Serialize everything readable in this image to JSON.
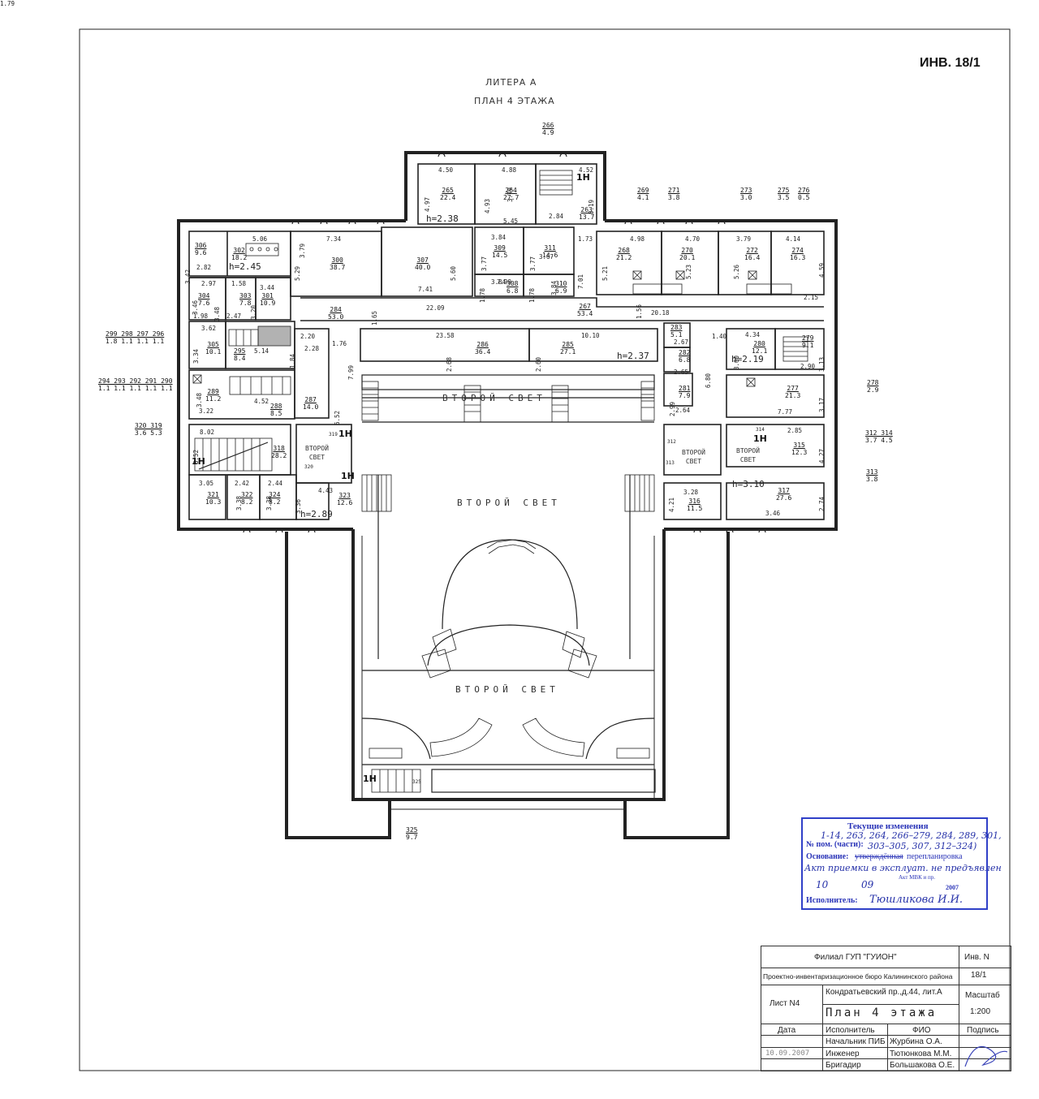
{
  "header": {
    "inventory_tag": "ИНВ. 18/1",
    "litera": "ЛИТЕРА А",
    "plan_title": "ПЛАН 4 ЭТАЖА"
  },
  "rooms": [
    {
      "n": "266",
      "a": "4.9"
    },
    {
      "n": "265",
      "a": "22.4"
    },
    {
      "n": "264",
      "a": "27.7"
    },
    {
      "n": "263",
      "a": "13.7"
    },
    {
      "n": "269",
      "a": "4.1"
    },
    {
      "n": "271",
      "a": "3.8"
    },
    {
      "n": "273",
      "a": "3.0"
    },
    {
      "n": "275",
      "a": "3.5"
    },
    {
      "n": "276",
      "a": "0.5"
    },
    {
      "n": "306",
      "a": "9.6"
    },
    {
      "n": "302",
      "a": "18.2"
    },
    {
      "n": "300",
      "a": "38.7"
    },
    {
      "n": "307",
      "a": "40.0"
    },
    {
      "n": "309",
      "a": "14.5"
    },
    {
      "n": "311",
      "a": "14.6"
    },
    {
      "n": "308",
      "a": "6.8"
    },
    {
      "n": "310",
      "a": "6.9"
    },
    {
      "n": "268",
      "a": "21.2"
    },
    {
      "n": "270",
      "a": "20.1"
    },
    {
      "n": "272",
      "a": "16.4"
    },
    {
      "n": "274",
      "a": "16.3"
    },
    {
      "n": "304",
      "a": "7.6"
    },
    {
      "n": "303",
      "a": "7.8"
    },
    {
      "n": "301",
      "a": "10.9"
    },
    {
      "n": "284",
      "a": "53.0"
    },
    {
      "n": "267",
      "a": "53.4"
    },
    {
      "n": "305",
      "a": "10.1"
    },
    {
      "n": "295",
      "a": "8.4"
    },
    {
      "n": "286",
      "a": "36.4"
    },
    {
      "n": "285",
      "a": "27.1"
    },
    {
      "n": "283",
      "a": "5.1"
    },
    {
      "n": "282",
      "a": "6.8"
    },
    {
      "n": "281",
      "a": "7.9"
    },
    {
      "n": "280",
      "a": "12.1"
    },
    {
      "n": "279",
      "a": "9.1"
    },
    {
      "n": "277",
      "a": "21.3"
    },
    {
      "n": "278",
      "a": "2.9"
    },
    {
      "n": "289",
      "a": "11.2"
    },
    {
      "n": "288",
      "a": "8.5"
    },
    {
      "n": "287",
      "a": "14.0"
    },
    {
      "n": "318",
      "a": "28.2"
    },
    {
      "n": "315",
      "a": "12.3"
    },
    {
      "n": "312 314",
      "a": "3.7 4.5"
    },
    {
      "n": "313",
      "a": "3.8"
    },
    {
      "n": "321",
      "a": "10.3"
    },
    {
      "n": "322",
      "a": "8.2"
    },
    {
      "n": "324",
      "a": "8.2"
    },
    {
      "n": "323",
      "a": "12.6"
    },
    {
      "n": "316",
      "a": "11.5"
    },
    {
      "n": "317",
      "a": "27.6"
    },
    {
      "n": "325",
      "a": "9.7"
    },
    {
      "n": "299 298 297 296",
      "a": "1.8 1.1 1.1 1.1"
    },
    {
      "n": "294 293 292 291 290",
      "a": "1.1 1.1 1.1 1.1 1.1"
    },
    {
      "n": "320 319",
      "a": "3.6 5.3"
    }
  ],
  "dims": [
    "4.50",
    "4.88",
    "4.52",
    "5.45",
    "2.84",
    "4.97",
    "4.93",
    "3.79",
    "5.19",
    "7.34",
    "5.06",
    "3.79",
    "3.42",
    "2.82",
    "5.29",
    "5.60",
    "7.41",
    "3.84",
    "3.84",
    "3.67",
    "3.77",
    "3.77",
    "1.78",
    "1.78",
    "1.73",
    "7.01",
    "4.98",
    "4.70",
    "3.79",
    "4.14",
    "5.21",
    "5.23",
    "5.26",
    "4.59",
    "2.15",
    "2.97",
    "1.58",
    "3.44",
    "3.46",
    "3.48",
    "3.20",
    "1.98",
    "2.47",
    "22.09",
    "1.65",
    "1.56",
    "20.18",
    "23.58",
    "10.10",
    "3.62",
    "3.34",
    "5.14",
    "1.84",
    "2.20",
    "2.28",
    "1.76",
    "7.99",
    "2.68",
    "2.60",
    "2.67",
    "1.40",
    "4.34",
    "3.00",
    "3.13",
    "2.65",
    "6.80",
    "2.90",
    "2.99",
    "2.64",
    "3.17",
    "7.77",
    "3.48",
    "3.22",
    "4.52",
    "6.52",
    "8.02",
    "3.52",
    "3.05",
    "2.42",
    "2.44",
    "4.43",
    "3.38",
    "3.38",
    "3.36",
    "2.85",
    "4.27",
    "3.28",
    "4.21",
    "2.74",
    "3.46",
    "7.99",
    "3.84",
    "1.79"
  ],
  "heights": [
    "h=2.38",
    "h=2.45",
    "h=2.37",
    "h=2.19",
    "h=3.10",
    "h=2.89"
  ],
  "lifts": [
    "1Н",
    "1Н",
    "1Н",
    "1Н",
    "1Н",
    "1Н"
  ],
  "lifts_small": [
    "319",
    "320",
    "313",
    "312",
    "314",
    "325"
  ],
  "second_light": {
    "main": "ВТОРОЙ СВЕТ",
    "upper": "ВТОРОЙ СВЕТ",
    "lower": "ВТОРОЙ СВЕТ",
    "block_top": "ВТОРОЙ",
    "block_bottom": "СВЕТ"
  },
  "stamp": {
    "title": "Текущие изменения",
    "rooms_label": "№ пом. (части):",
    "rooms_value_1": "1-14, 263, 264, 266–279, 284, 289, 301,",
    "rooms_value_2": "303–305, 307, 312–324)",
    "basis_label": "Основание:",
    "basis_struck": "утверждённая",
    "basis_text": "перепланировка",
    "note": "Акт МВК и пр.",
    "handwritten_basis": "Акт приемки в эксплуат. не предъявлен",
    "date_day": "10",
    "date_month": "09",
    "date_year": "2007",
    "executor_label": "Исполнитель:",
    "executor_name": "Тюшликова И.И."
  },
  "title_block": {
    "org": "Филиал ГУП \"ГУИОН\"",
    "bureau": "Проектно-инвентаризационное бюро Калининского района",
    "inv_label": "Инв. N",
    "inv_value": "18/1",
    "address": "Кондратьевский пр.,д.44, лит.А",
    "sheet_label": "Лист N4",
    "sheet_title": "План 4 этажа",
    "scale_label": "Масштаб",
    "scale_value": "1:200",
    "col_date": "Дата",
    "col_executor": "Исполнитель",
    "col_fio": "ФИО",
    "col_sign": "Подпись",
    "role_1": "Начальник ПИБ",
    "name_1": "Журбина О.А.",
    "role_2": "Инженер",
    "name_2": "Тютюнкова М.М.",
    "role_3": "Бригадир",
    "name_3": "Большакова О.Е.",
    "date_value": "10.09.2007"
  }
}
